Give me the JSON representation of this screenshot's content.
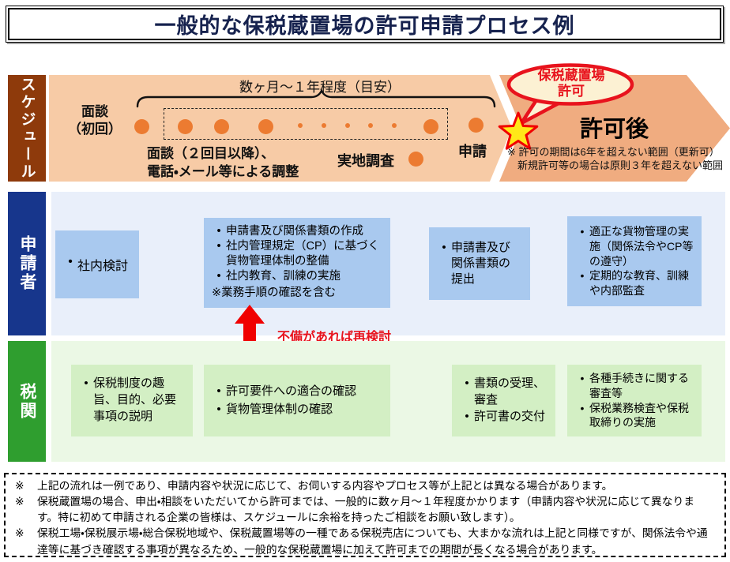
{
  "title": "一般的な保税蔵置場の許可申請プロセス例",
  "colors": {
    "schedule_label_bg": "#8E3A0B",
    "applicant_label_bg": "#17368C",
    "customs_label_bg": "#2F9E2F",
    "schedule_arrow_light": "#F7CBA6",
    "schedule_arrow_dark": "#F0AC80",
    "milestone_dot_orange": "#EC7B31",
    "applicant_box_blue": "#A9C9EF",
    "customs_box_green": "#D3EFC4",
    "alert_red": "#E8131D",
    "star_yellow": "#FFE818"
  },
  "schedule": {
    "row_label": "スケジュール",
    "duration_label": "数ヶ月～１年程度（目安）",
    "first_meeting_label": "面談\n（初回）",
    "followup_label": "面談（２回目以降）、\n電話・メール等による調整",
    "site_inspection_label": "実地調査",
    "application_label": "申請",
    "permit_bubble_label": "保税蔵置場\n許可",
    "post_permit_label": "許可後",
    "post_permit_note": "※ 許可の期間は6年を超えない範囲（更新可）\n　新規許可等の場合は原則３年を超えない範囲"
  },
  "applicant": {
    "row_label": "申請者",
    "box1": {
      "items": [
        "社内検討"
      ]
    },
    "box2": {
      "items": [
        "申請書及び関係書類の作成",
        "社内管理規定（CP）に基づく貨物管理体制の整備",
        "社内教育、訓練の実施"
      ],
      "note": "※業務手順の確認を含む"
    },
    "box3": {
      "items": [
        "申請書及び関係書類の提出"
      ]
    },
    "box4": {
      "items": [
        "適正な貨物管理の実施（関係法令やCP等の遵守）",
        "定期的な教育、訓練や内部監査"
      ]
    },
    "rework_label": "不備があれば再検討"
  },
  "customs": {
    "row_label": "税関",
    "box1": {
      "items": [
        "保税制度の趣旨、目的、必要事項の説明"
      ]
    },
    "box2": {
      "items": [
        "許可要件への適合の確認",
        "貨物管理体制の確認"
      ]
    },
    "box3": {
      "items": [
        "書類の受理、審査",
        "許可書の交付"
      ]
    },
    "box4": {
      "items": [
        "各種手続きに関する審査等",
        "保税業務検査や保税取締りの実施"
      ]
    }
  },
  "footnotes": {
    "marker": "※",
    "items": [
      "上記の流れは一例であり、申請内容や状況に応じて、お伺いする内容やプロセス等が上記とは異なる場合があります。",
      "保税蔵置場の場合、申出・相談をいただいてから許可までは、一般的に数ヶ月～１年程度かかります（申請内容や状況に応じて異なります。特に初めて申請される企業の皆様は、スケジュールに余裕を持ったご相談をお願い致します）。",
      "保税工場・保税展示場・総合保税地域や、保税蔵置場等の一種である保税売店についても、大まかな流れは上記と同様ですが、関係法令や通達等に基づき確認する事項が異なるため、一般的な保税蔵置場に加えて許可までの期間が長くなる場合があります。"
    ]
  }
}
